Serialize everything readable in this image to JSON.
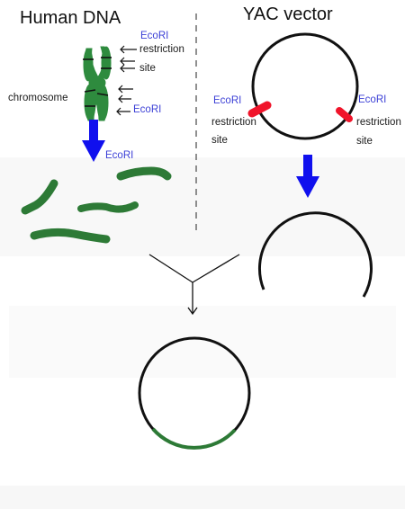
{
  "left_panel": {
    "title": "Human DNA",
    "top_enzyme": "EcoRI",
    "restriction_word": "restriction",
    "site_word": "site",
    "chromosome_label": "chromosome",
    "bottom_enzyme": "EcoRI",
    "arrow_enzyme": "EcoRI"
  },
  "right_panel": {
    "title": "YAC vector",
    "left_enzyme": "EcoRI",
    "left_restriction": "restriction",
    "left_site": "site",
    "right_enzyme": "EcoRI",
    "right_restriction": "restriction",
    "right_site": "site"
  },
  "colors": {
    "chromosome_green": "#2e8b3e",
    "fragment_green": "#2d7a36",
    "cut_site_red": "#f0142a",
    "arrow_blue": "#1010ee",
    "enzyme_text_blue": "#3b3fd6",
    "line_black": "#111111"
  },
  "icons": {
    "digest_arrow": "down-arrow-icon",
    "merge_arrow": "merge-arrow-icon"
  }
}
